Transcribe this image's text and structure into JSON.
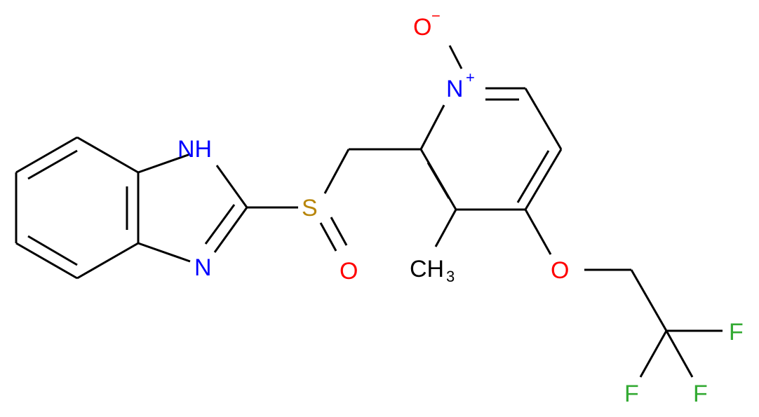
{
  "colors": {
    "bond": "#000000",
    "nitrogen": "#0000FF",
    "oxygen": "#FF0000",
    "sulfur": "#B8860B",
    "fluorine": "#33AA33",
    "carbon": "#000000"
  },
  "atoms": {
    "nh": "NH",
    "n_imidazole": "N",
    "s": "S",
    "o_sulfinyl": "O",
    "n_plus": "N",
    "n_plus_charge": "+",
    "o_minus": "O",
    "o_minus_charge": "−",
    "ch3_main": "CH",
    "ch3_sub": "3",
    "o_ether": "O",
    "f1": "F",
    "f2": "F",
    "f3": "F"
  }
}
